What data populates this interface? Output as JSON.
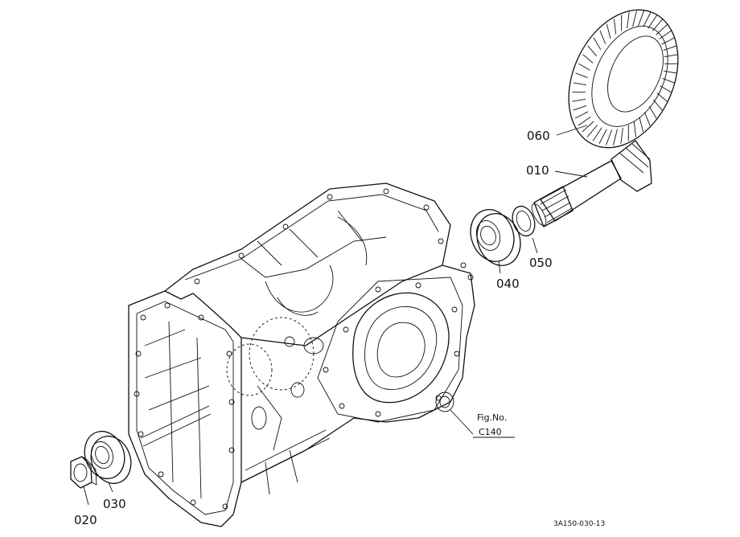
{
  "parts": [
    {
      "id": "060"
    },
    {
      "id": "010"
    },
    {
      "id": "040"
    },
    {
      "id": "050"
    },
    {
      "id": "020"
    },
    {
      "id": "030"
    }
  ],
  "figure_ref": {
    "line1": "Fig.No.",
    "line2": "C140"
  },
  "drawing_code": "3A150-030-13"
}
